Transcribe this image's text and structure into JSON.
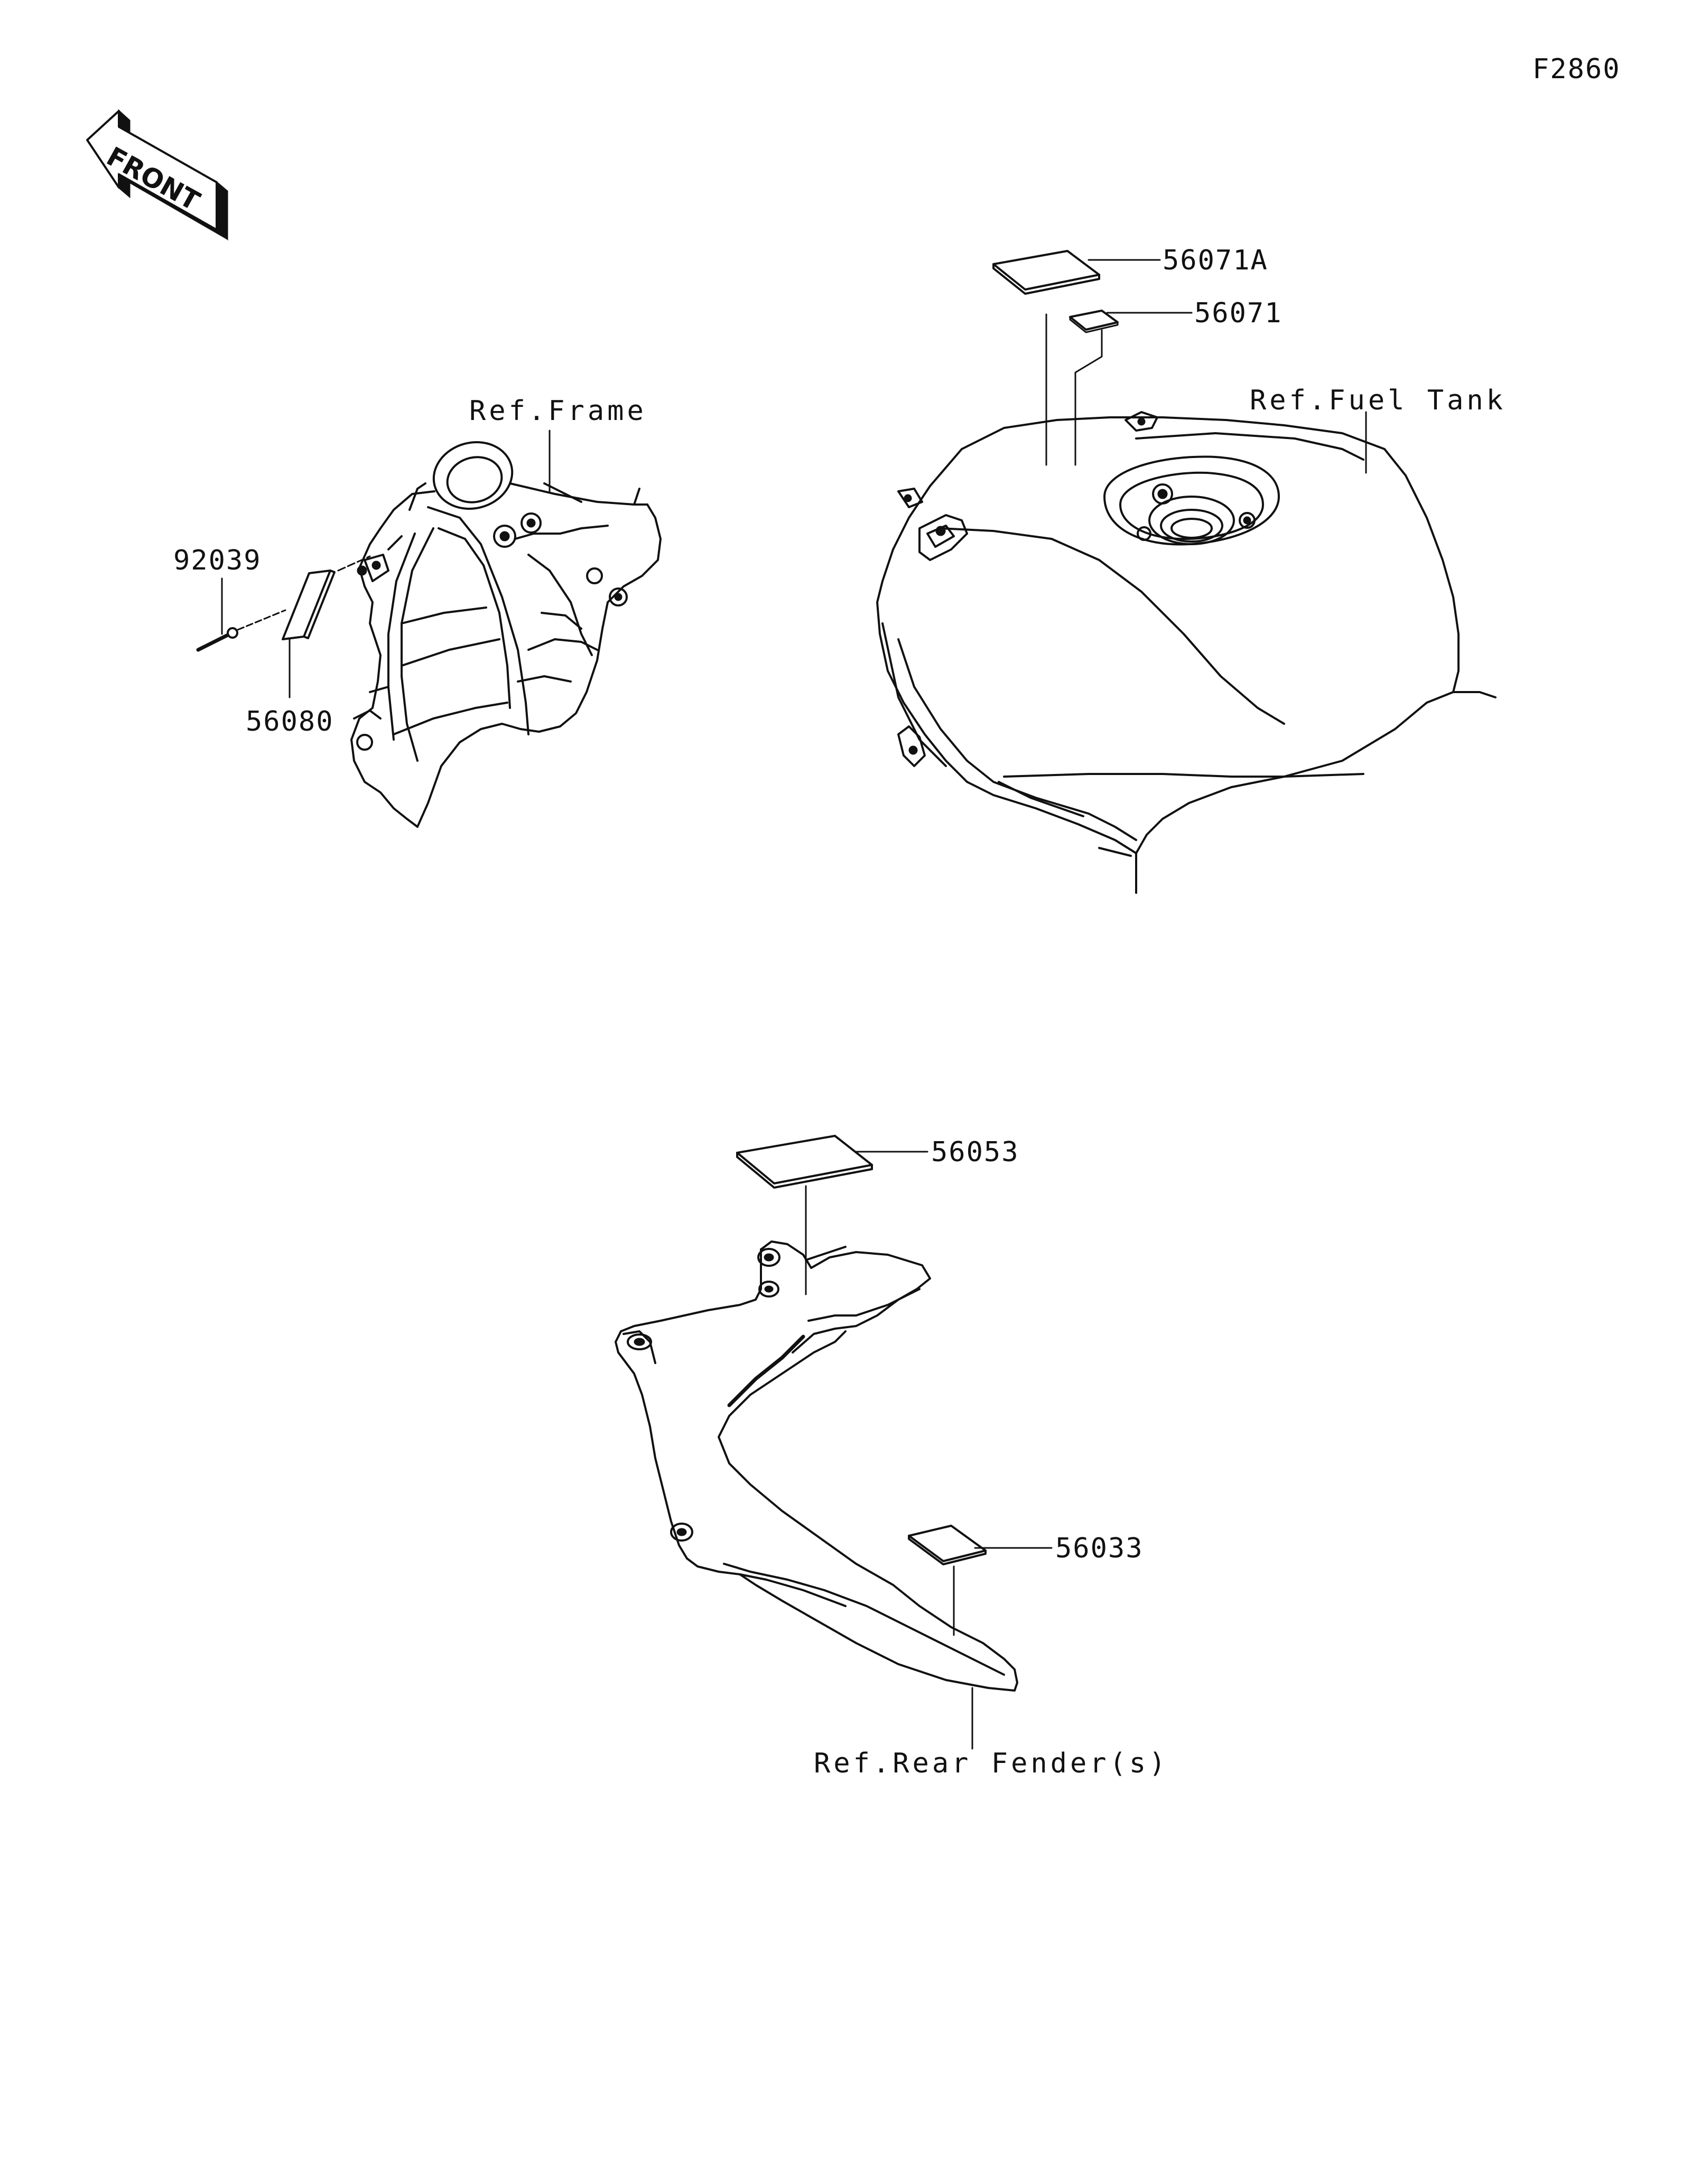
{
  "figure_code": "F2860",
  "front_arrow": {
    "text": "FRONT",
    "icon": "front-direction-arrow-icon"
  },
  "frame_group": {
    "ref_label": "Ref.Frame",
    "parts": [
      {
        "number": "92039"
      },
      {
        "number": "56080"
      }
    ]
  },
  "tank_group": {
    "ref_label": "Ref.Fuel Tank",
    "parts": [
      {
        "number": "56071A"
      },
      {
        "number": "56071"
      }
    ]
  },
  "fender_group": {
    "ref_label": "Ref.Rear Fender(s)",
    "parts": [
      {
        "number": "56053"
      },
      {
        "number": "56033"
      }
    ]
  },
  "colors": {
    "line": "#111111",
    "background": "#ffffff"
  }
}
